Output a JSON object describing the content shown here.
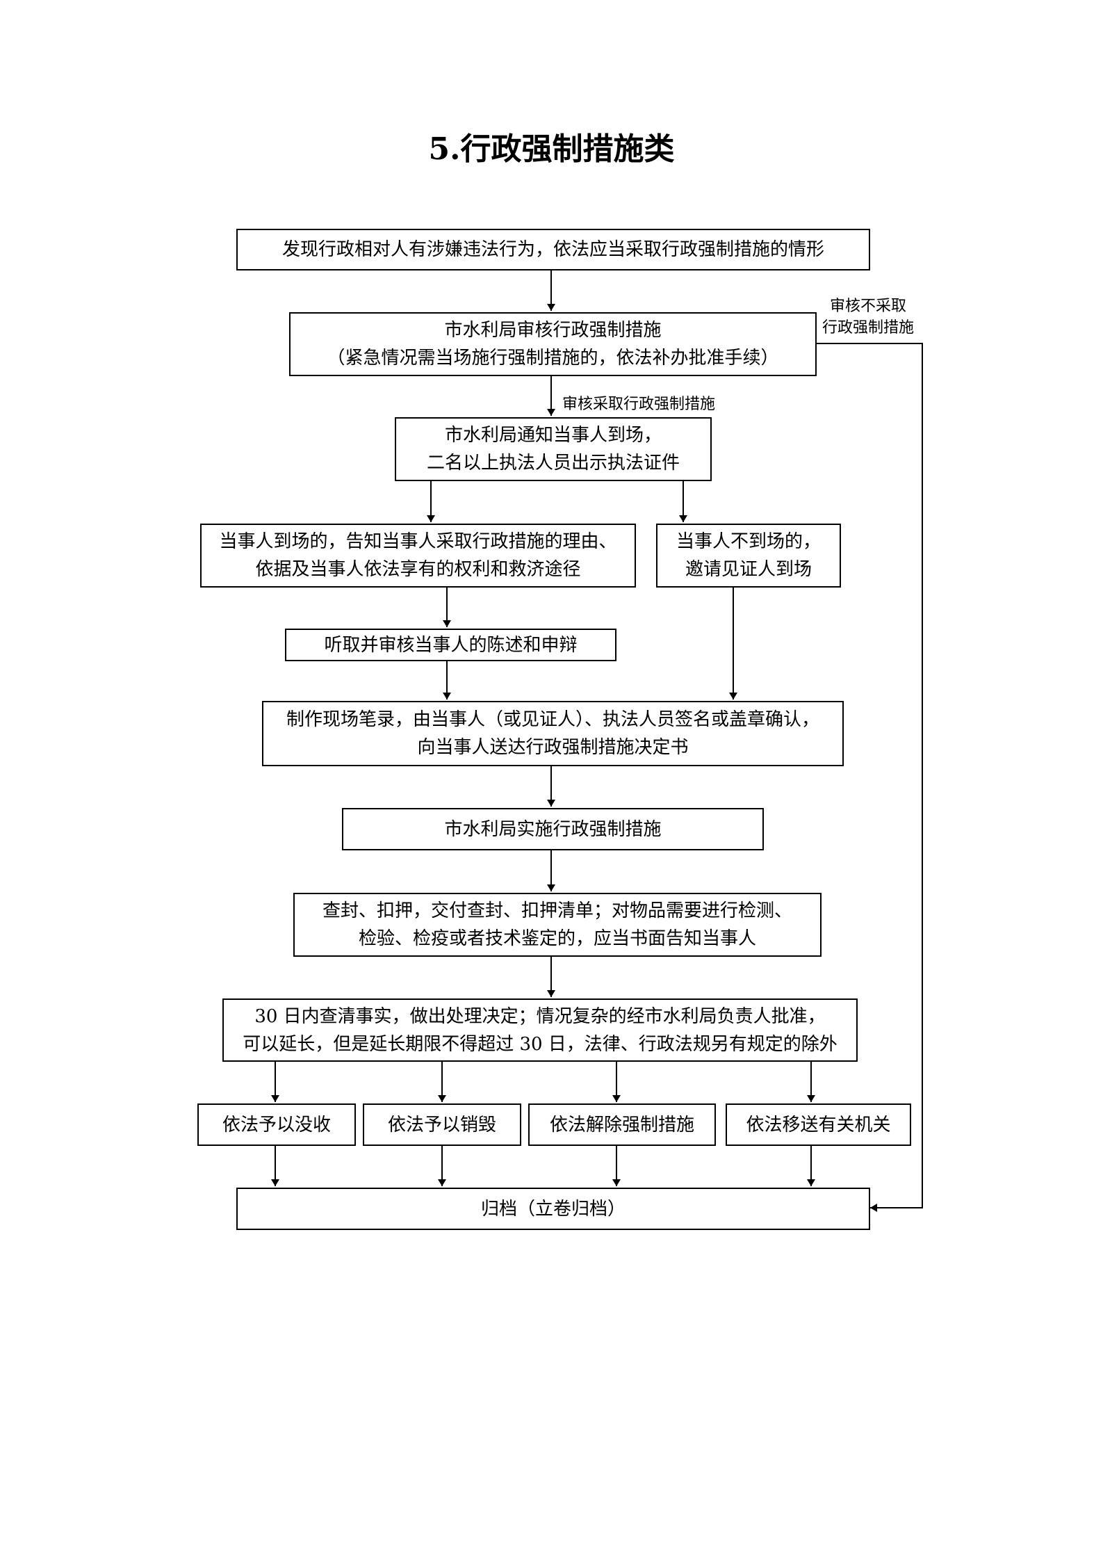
{
  "title": "5.行政强制措施类",
  "nodes": {
    "discover": [
      "发现行政相对人有涉嫌违法行为，依法应当采取行政强制措施的情形"
    ],
    "review": [
      "市水利局审核行政强制措施",
      "（紧急情况需当场施行强制措施的，依法补办批准手续）"
    ],
    "notify": [
      "市水利局通知当事人到场，",
      "二名以上执法人员出示执法证件"
    ],
    "party_present": [
      "当事人到场的，告知当事人采取行政措施的理由、",
      "依据及当事人依法享有的权利和救济途径"
    ],
    "party_absent": [
      "当事人不到场的，",
      "邀请见证人到场"
    ],
    "hear": [
      "听取并审核当事人的陈述和申辩"
    ],
    "record": [
      "制作现场笔录，由当事人（或见证人）、执法人员签名或盖章确认，",
      "向当事人送达行政强制措施决定书"
    ],
    "implement": [
      "市水利局实施行政强制措施"
    ],
    "seal": [
      "查封、扣押，交付查封、扣押清单；对物品需要进行检测、",
      "检验、检疫或者技术鉴定的，应当书面告知当事人"
    ],
    "decide": [
      "30 日内查清事实，做出处理决定；情况复杂的经市水利局负责人批准，",
      "可以延长，但是延长期限不得超过 30 日，法律、行政法规另有规定的除外"
    ],
    "confiscate": [
      "依法予以没收"
    ],
    "destroy": [
      "依法予以销毁"
    ],
    "release": [
      "依法解除强制措施"
    ],
    "transfer": [
      "依法移送有关机关"
    ],
    "archive": [
      "归档（立卷归档）"
    ]
  },
  "edge_labels": {
    "not_adopt": [
      "审核不采取",
      "行政强制措施"
    ],
    "adopt": "审核采取行政强制措施"
  }
}
